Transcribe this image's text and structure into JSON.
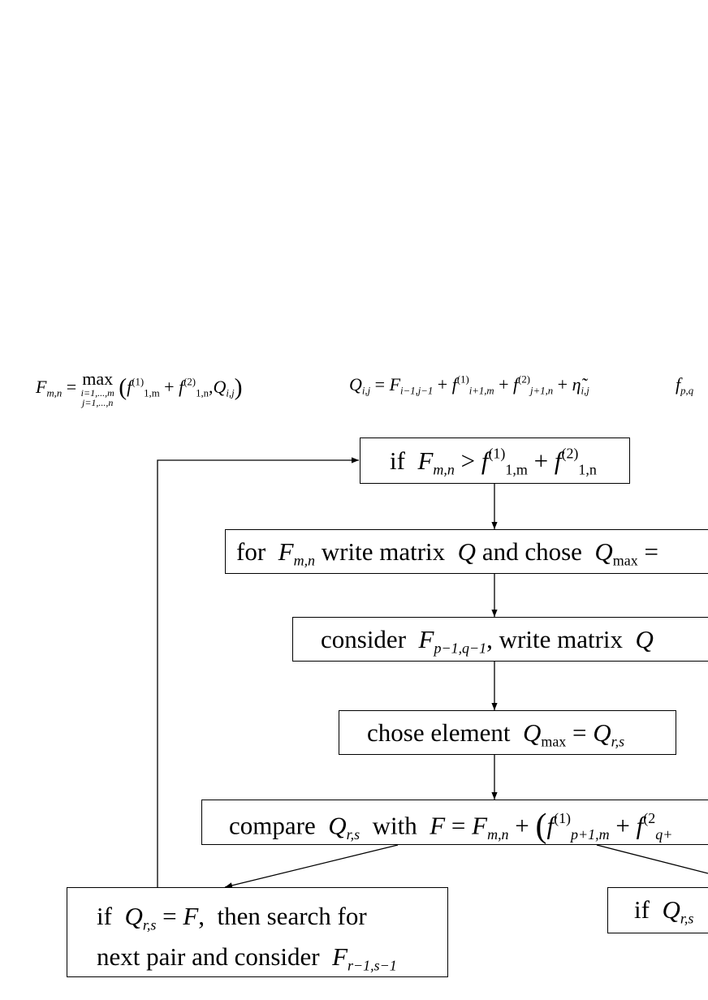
{
  "equations": {
    "eq1": {
      "lhs_var": "F",
      "lhs_sub": "m,n",
      "eq": "=",
      "op": "max",
      "lim1": "i=1,...,m",
      "lim2": "j=1,...,n",
      "lparen": "(",
      "f": "f",
      "f1_sup": "(1)",
      "f1_sub": "1,m",
      "plus": "+",
      "f2_sup": "(2)",
      "f2_sub": "1,n",
      "comma": ",",
      "q": "Q",
      "q_sub": "i,j",
      "rparen": ")"
    },
    "eq2": {
      "lhs_var": "Q",
      "lhs_sub": "i,j",
      "eq": "=",
      "F": "F",
      "F_sub": "i−1,j−1",
      "plus": "+",
      "f": "f",
      "f1_sup": "(1)",
      "f1_sub": "i+1,m",
      "f2_sup": "(2)",
      "f2_sub": "j+1,n",
      "eta": "η̃",
      "eta_sub": "i,j"
    },
    "eq3": {
      "var": "f",
      "sub": "p,q"
    }
  },
  "boxes": {
    "b1": {
      "pre": "if",
      "F": "F",
      "F_sub": "m,n",
      "op": ">",
      "f": "f",
      "f1_sup": "(1)",
      "f1_sub": "1,m",
      "plus": "+",
      "f2_sup": "(2)",
      "f2_sub": "1,n"
    },
    "b2": {
      "pre": "for",
      "F": "F",
      "F_sub": "m,n",
      "mid": "write matrix",
      "Q": "Q",
      "mid2": "and chose",
      "Qmax_sub": "max",
      "tail": "="
    },
    "b3": {
      "pre": "consider",
      "F": "F",
      "F_sub": "p−1,q−1",
      "mid": ", write matrix",
      "Q": "Q"
    },
    "b4": {
      "pre": "chose element",
      "Q": "Q",
      "Qmax_sub": "max",
      "eq": "=",
      "Qrs_sub": "r,s"
    },
    "b5": {
      "pre": "compare",
      "Q": "Q",
      "Q_sub": "r,s",
      "mid": "with",
      "F": "F",
      "eq": "=",
      "F2_sub": "m,n",
      "plus": "+",
      "lparen": "(",
      "f": "f",
      "f1_sup": "(1)",
      "f1_sub": "p+1,m",
      "f2_sup": "(2",
      "f2_sub": "q+"
    },
    "b6": {
      "pre": "if",
      "Q": "Q",
      "Q_sub": "r,s",
      "eq": "=",
      "F": "F",
      "mid": ",  then search for",
      "line2": "next pair and consider",
      "F2_sub": "r−1,s−1"
    },
    "b7": {
      "pre": "if",
      "Q": "Q",
      "Q_sub": "r,s"
    }
  },
  "colors": {
    "stroke": "#000000",
    "background": "#ffffff"
  }
}
